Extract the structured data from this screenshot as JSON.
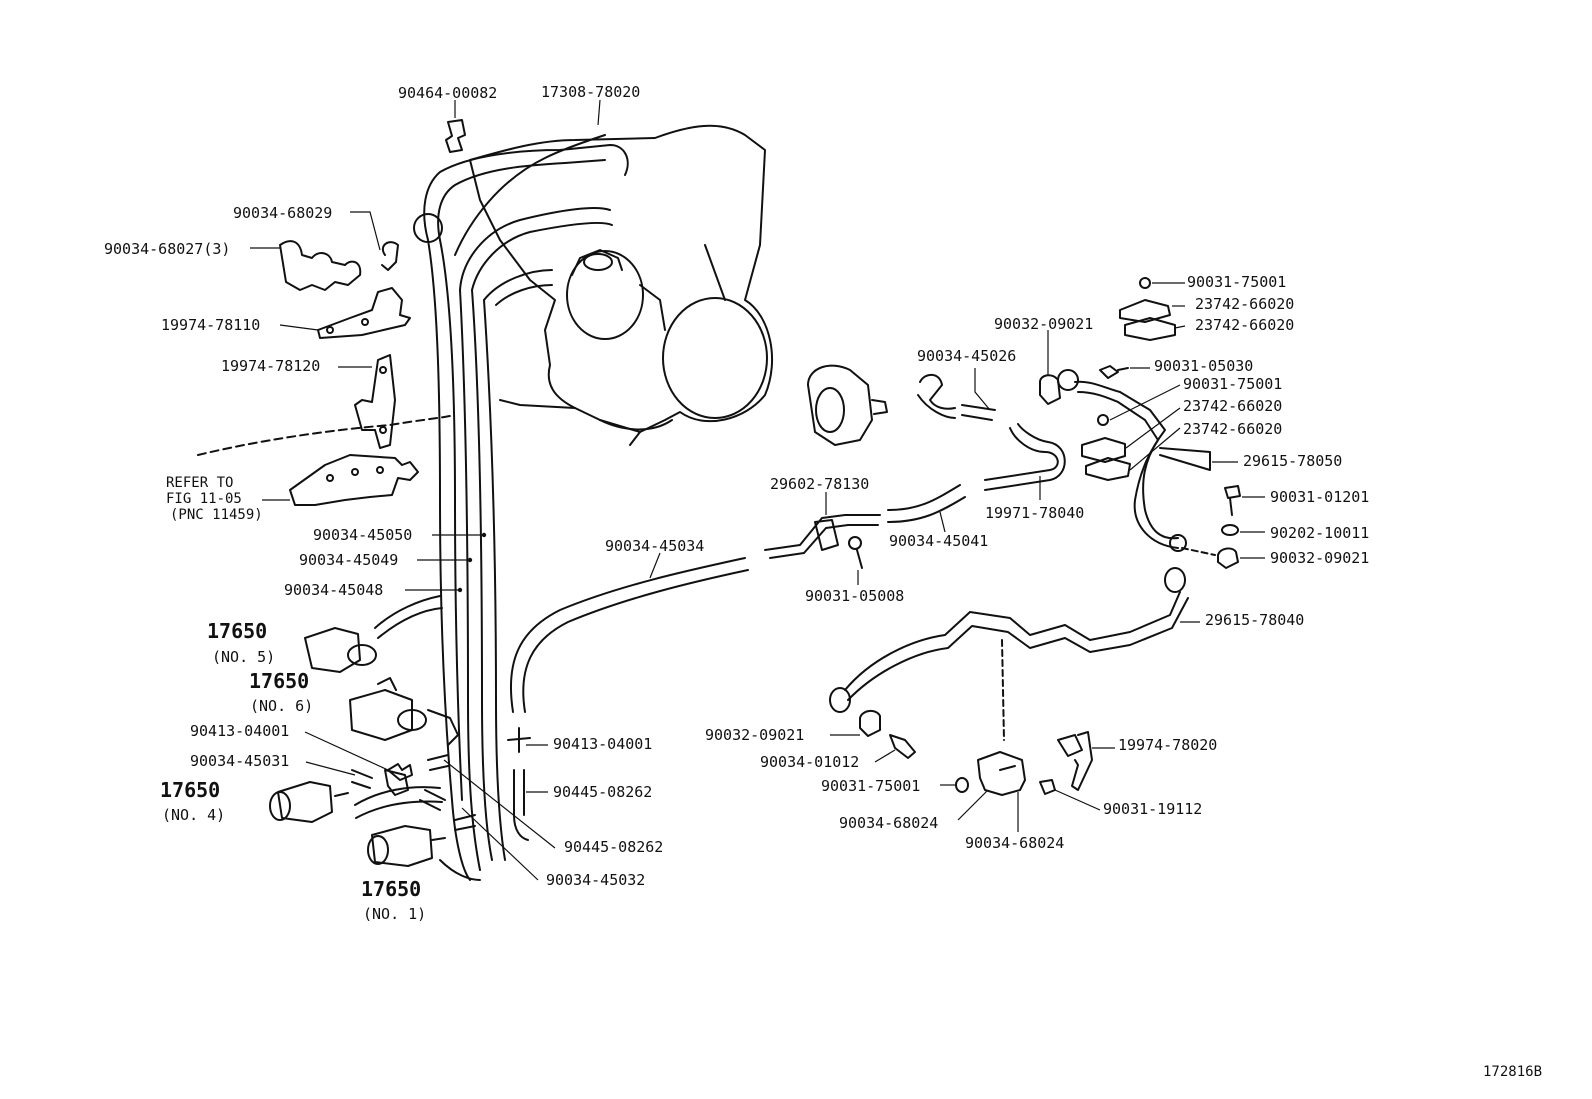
{
  "diagram_id": "172816B",
  "reference_note": [
    "REFER TO",
    "FIG 11-05",
    "(PNC 11459)"
  ],
  "parts": {
    "p_90464_00082": "90464-00082",
    "p_17308_78020": "17308-78020",
    "p_90034_68029": "90034-68029",
    "p_90034_68027": "90034-68027(3)",
    "p_19974_78110": "19974-78110",
    "p_19974_78120": "19974-78120",
    "p_90034_45050": "90034-45050",
    "p_90034_45049": "90034-45049",
    "p_90034_45048": "90034-45048",
    "p_90034_45034": "90034-45034",
    "p_29602_78130": "29602-78130",
    "p_90034_45041": "90034-45041",
    "p_90031_05008": "90031-05008",
    "p_90034_45026": "90034-45026",
    "p_19971_78040": "19971-78040",
    "p_90032_09021_top": "90032-09021",
    "p_90031_75001_top": "90031-75001",
    "p_23742_66020_a": "23742-66020",
    "p_23742_66020_b": "23742-66020",
    "p_90031_05030": "90031-05030",
    "p_90031_75001_mid": "90031-75001",
    "p_23742_66020_c": "23742-66020",
    "p_23742_66020_d": "23742-66020",
    "p_29615_78050": "29615-78050",
    "p_90031_01201": "90031-01201",
    "p_90202_10011": "90202-10011",
    "p_90032_09021_right": "90032-09021",
    "p_29615_78040": "29615-78040",
    "p_90032_09021_bottom": "90032-09021",
    "p_90034_01012": "90034-01012",
    "p_90031_75001_bottom": "90031-75001",
    "p_90034_68024_a": "90034-68024",
    "p_90034_68024_b": "90034-68024",
    "p_19974_78020": "19974-78020",
    "p_90031_19112": "90031-19112",
    "p_90413_04001_left": "90413-04001",
    "p_90413_04001_center": "90413-04001",
    "p_90034_45031": "90034-45031",
    "p_90445_08262_a": "90445-08262",
    "p_90445_08262_b": "90445-08262",
    "p_90034_45032": "90034-45032"
  },
  "vsv": {
    "no5": {
      "part": "17650",
      "sub": "(NO. 5)"
    },
    "no6": {
      "part": "17650",
      "sub": "(NO. 6)"
    },
    "no4": {
      "part": "17650",
      "sub": "(NO. 4)"
    },
    "no1": {
      "part": "17650",
      "sub": "(NO. 1)"
    }
  }
}
